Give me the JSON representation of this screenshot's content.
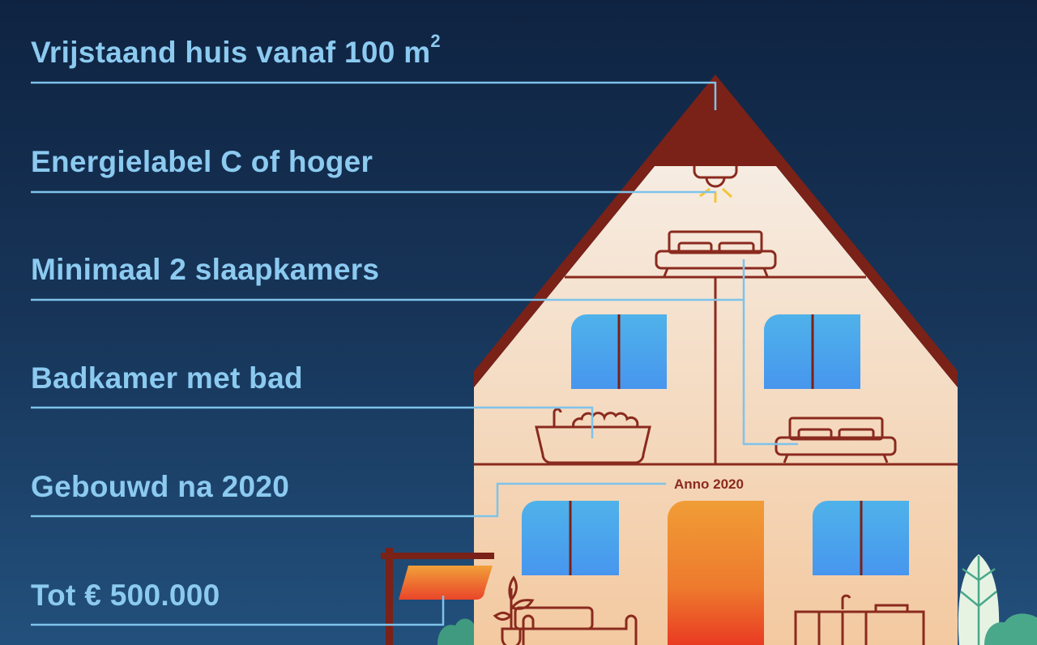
{
  "requirements": [
    {
      "text": "Vrijstaand huis vanaf 100 m",
      "sup": "2"
    },
    {
      "text": "Energielabel C of hoger"
    },
    {
      "text": "Minimaal 2 slaapkamers"
    },
    {
      "text": "Badkamer met bad"
    },
    {
      "text": "Gebouwd na 2020"
    },
    {
      "text": "Tot € 500.000"
    }
  ],
  "house": {
    "year_label": "Anno 2020"
  },
  "colors": {
    "label": "#8ccaf0",
    "roof": "#7a2118",
    "wall": "#f5e6d6",
    "window": "#4a9ff0",
    "door": "#f09a35"
  }
}
